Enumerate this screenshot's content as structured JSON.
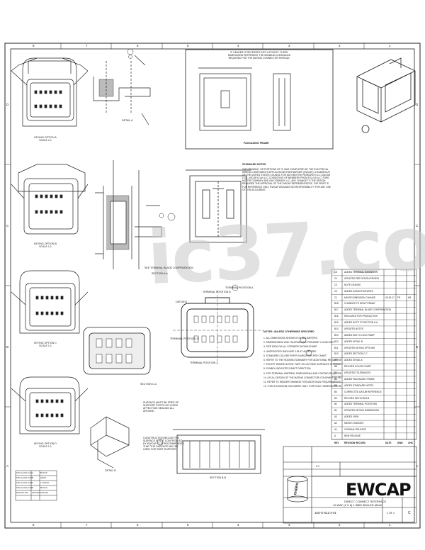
{
  "watermark": "ic37.com",
  "drawing": {
    "top_note": "IF HEADER IS RECESSED INTO A POCKET, THESE DIMENSIONS REPRESENT THE MINIMUM CLEARANCE REQUIRED FOR THE MATING CONNECTOR SHROUD.",
    "packaging_frame_label": "PACKAGING FRAME",
    "section_aa": "SECTION A-A",
    "section_bb": "SECTION B-B",
    "section_cc": "SECTION C-C",
    "detail_a": "DETAIL A",
    "detail_b": "DETAIL B",
    "datum_b": "DATUM B",
    "terminal_position_a": "TERMINAL POSITION A",
    "terminal_position_b": "TERMINAL POSITION B",
    "terminal_position_1": "TERMINAL POSITION 1",
    "terminal_position_12": "TERMINAL POSITION 12",
    "keying_a": "KEYING OPTION A SCALE 1:1",
    "keying_b": "KEYING OPTION B SCALE 1:1",
    "keying_c": "KEYING OPTION C SCALE 1:1",
    "keying_d": "KEYING OPTION D SCALE 1:1",
    "standard_notes_title": "STANDARD NOTES",
    "standard_notes_body": "THE DRAWING, OR PORTIONS OF IT, WAS COMPLETED BY THE ELECTRICAL WIRING COMPONENTS APPLICATIONS PARTNERSHIP (EWCAP), A SUBGROUP OF THE UNITED STATES COUNCIL FOR AUTOMOTIVE RESEARCH LLC (USCAR LLC). USCAR IS AN LLC CONSISTING OF MEMBERS FROM FCA US LLC, FORD MOTOR COMPANY AND GM COMPANY LLC. ANY CHANGE TO THE DESIGN REQUIRES THE APPROVAL OF THE EWCAP REPRESENTATIVE. THE PRINT IS FOR REFERENCE ONLY. EWCAP ASSUMES NO RESPONSIBILITY FOR ANY USE OF THIS DOCUMENT.",
    "notes_title": "NOTES: UNLESS OTHERWISE SPECIFIED",
    "notes": [
      "1. ALL DIMENSIONS SHOWN IS IN MILLIMETERS.",
      "2. DIMENSIONING AND TOLERANCING PER ASME Y14.5M-2009.",
      "3. SIZE DATA ON ALL CORNERS SHOWN SHARP.",
      "4. UNSPECIFIED RADII ARE 0.25 AT 45 DEGREE.",
      "5. STANDARD COLORS PER POLARIZATION PER CHART.",
      "6. REFER TO THE HOUSING SUMMARY FOR ADDITIONAL REQUIREMENTS.",
      "7. EXCEPT WHERE NOTED, PART ON OUTSIDE SURFACES IS PERMISSIBLE.",
      "8. SYMBOL INDICATES DRAFT DIRECTION.",
      "9. FOR TERMINAL MATERIAL DIMENSIONAL AND COATING REQUIREMENTS SEE THE HOUSING SPECIFICATION.",
      "10. A FULL DESIGN OF THE MATING CONNECTOR IS SHOWN FOR REFERENCE ONLY.",
      "11. REFER TO HEADER DRAWING FOR ADDITIONAL REQUIREMENTS.",
      "12. THIS IS A DESIGN DOCUMENT ONLY. FOR EXACT DIMENSIONS REFER TO THE MOLDED PART."
    ],
    "surface_note": "SURFACE MUST BE FREE OF SUPPORT POSTS OR VOIDS AFFECTING SEALING ALL AROUND",
    "construction_note": "CONSTRUCTION BELOW THE SURFACE IS NOT CONTROLLED BY EWCAP. IT IS RECOMMENDED THAT THE SURFACE MAY BE USED FOR PART SUPPORT.",
    "terminal_comp": "SEE TERMINAL BLADE COMPENSATION"
  },
  "materials": {
    "rows": [
      [
        "15G-G-012-2-01",
        "A",
        "BLACK"
      ],
      [
        "15G-G-012-2-02",
        "B",
        "GRAY"
      ],
      [
        "15G-G-012-2-03",
        "C",
        "LT GRAY"
      ],
      [
        "15G-G-012-2-04",
        "D",
        "BLACK"
      ]
    ],
    "header": [
      "EWCAP P/N",
      "OPTION",
      "COLOR"
    ]
  },
  "revisions": {
    "rows": [
      [
        "C5",
        "ADDED TERMINAL DIMENSION",
        "",
        "",
        ""
      ],
      [
        "C4",
        "UPDATED PER DESIGN REVIEW",
        "",
        "",
        ""
      ],
      [
        "C3",
        "NOTE CHANGE",
        "",
        "",
        ""
      ],
      [
        "C2",
        "ADDED DATUM FEATURES",
        "",
        "",
        ""
      ],
      [
        "C1",
        "MINOR DIMENSION CHANGE",
        "09-25-17",
        "FR",
        "KB"
      ],
      [
        "B18",
        "CHANGED TO NEW FORMAT",
        "",
        "",
        ""
      ],
      [
        "B17",
        "ADDED TERMINAL BLADE COMPENSATION",
        "",
        "",
        ""
      ],
      [
        "B16",
        "RELEASED FOR PRODUCTION",
        "",
        "",
        ""
      ],
      [
        "B15",
        "ADDED NOTE TO SECTION A-A",
        "",
        "",
        ""
      ],
      [
        "B14",
        "UPDATED NOTES",
        "",
        "",
        ""
      ],
      [
        "B13",
        "ADDED DIM TO LOCK RAMP",
        "",
        "",
        ""
      ],
      [
        "B12",
        "ADDED DETAIL B",
        "",
        "",
        ""
      ],
      [
        "B11",
        "UPDATED KEYING OPTIONS",
        "",
        "",
        ""
      ],
      [
        "B10",
        "ADDED SECTION C-C",
        "",
        "",
        ""
      ],
      [
        "B9",
        "ADDED DETAIL A",
        "",
        "",
        ""
      ],
      [
        "B8",
        "REVISED COLOR CHART",
        "",
        "",
        ""
      ],
      [
        "B7",
        "UPDATED TOLERANCES",
        "",
        "",
        ""
      ],
      [
        "B6",
        "ADDED PACKAGING FRAME",
        "",
        "",
        ""
      ],
      [
        "B5",
        "ADDED STANDARD NOTES",
        "",
        "",
        ""
      ],
      [
        "B4",
        "CORRECTED DATUM REFERENCE",
        "",
        "",
        ""
      ],
      [
        "B3",
        "REVISED SECTION B-B",
        "",
        "",
        ""
      ],
      [
        "B2",
        "ADDED TERMINAL POSITIONS",
        "",
        "",
        ""
      ],
      [
        "B1",
        "UPDATED KEYING DIMENSIONS",
        "",
        "",
        ""
      ],
      [
        "A3",
        "ADDED VIEW",
        "",
        "",
        ""
      ],
      [
        "A2",
        "MINOR CHANGES",
        "",
        "",
        ""
      ],
      [
        "A1",
        "ORIGINAL RELEASE",
        "",
        "",
        ""
      ],
      [
        "A",
        "NEW RELEASE",
        "",
        "",
        ""
      ]
    ],
    "header": [
      "REV",
      "REVISION RECORD",
      "DATE",
      "DWN",
      "CHK"
    ]
  },
  "title_block": {
    "brand": "EWCAP",
    "title_line1": "DIRECT CONNECT INTERFACE",
    "title_line2": "12 WAY (2 X 6) 1.5MM SEALED MALE",
    "dwg_no": "15G-G-012-2-01",
    "sheet": "1 OF 1",
    "rev": "C",
    "scale": "2:1",
    "molex": "molex"
  },
  "zones": {
    "top": [
      "8",
      "7",
      "6",
      "5",
      "4",
      "3",
      "2",
      "1"
    ],
    "side": [
      "D",
      "C",
      "B",
      "A"
    ]
  }
}
